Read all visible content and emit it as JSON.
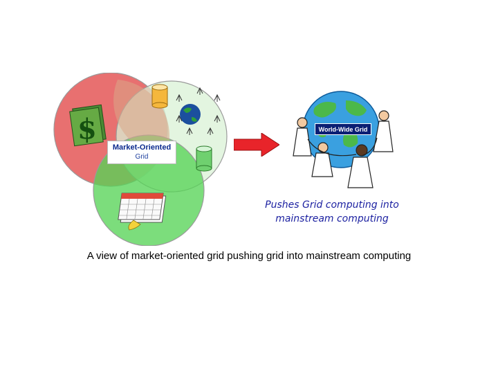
{
  "diagram": {
    "venn_label_line1": "Market-Oriented",
    "venn_label_line2": "Grid",
    "globe_label": "World-Wide Grid",
    "tagline_line1": "Pushes Grid computing into",
    "tagline_line2": "mainstream computing",
    "caption": "A view of market-oriented grid pushing grid into mainstream computing"
  },
  "colors": {
    "circle_red": "#e26a6a",
    "circle_green_light": "#cfeccf",
    "circle_green": "#4ecb4e",
    "arrow_red": "#e8242a",
    "globe_label_bg": "#0a1e73",
    "tagline_blue": "#1a1fa0"
  },
  "icons": [
    "dollar-icon",
    "database-icon",
    "globe-icon",
    "calendar-icon",
    "people-around-globe-icon"
  ]
}
